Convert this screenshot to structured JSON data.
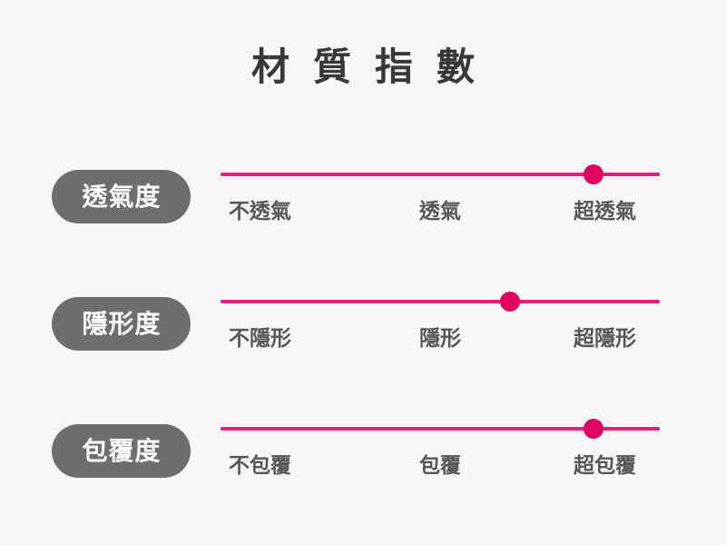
{
  "page": {
    "title": "材質指數",
    "background_color": "#f7f7f7",
    "title_color": "#383838"
  },
  "theme": {
    "accent_color": "#e81e79",
    "knob_color": "#e1005f",
    "pill_color": "#6e6e6e",
    "pill_text_color": "#ffffff",
    "tick_text_color": "#565656"
  },
  "metrics": [
    {
      "name": "breathability",
      "badge": "透氣度",
      "ticks": {
        "low": "不透氣",
        "mid": "透氣",
        "high": "超透氣"
      },
      "value_percent": 85,
      "value_label": "超透氣"
    },
    {
      "name": "invisibility",
      "badge": "隱形度",
      "ticks": {
        "low": "不隱形",
        "mid": "隱形",
        "high": "超隱形"
      },
      "value_percent": 66,
      "value_label": "隱形"
    },
    {
      "name": "coverage",
      "badge": "包覆度",
      "ticks": {
        "low": "不包覆",
        "mid": "包覆",
        "high": "超包覆"
      },
      "value_percent": 85,
      "value_label": "超包覆"
    }
  ],
  "chart_data": {
    "type": "bar",
    "title": "材質指數",
    "xlabel": "",
    "ylabel": "",
    "categories": [
      "透氣度",
      "隱形度",
      "包覆度"
    ],
    "values": [
      85,
      66,
      85
    ],
    "xlim": [
      0,
      100
    ],
    "grid": false,
    "legend": "none",
    "scale_labels": [
      [
        "不透氣",
        "透氣",
        "超透氣"
      ],
      [
        "不隱形",
        "隱形",
        "超隱形"
      ],
      [
        "不包覆",
        "包覆",
        "超包覆"
      ]
    ]
  }
}
